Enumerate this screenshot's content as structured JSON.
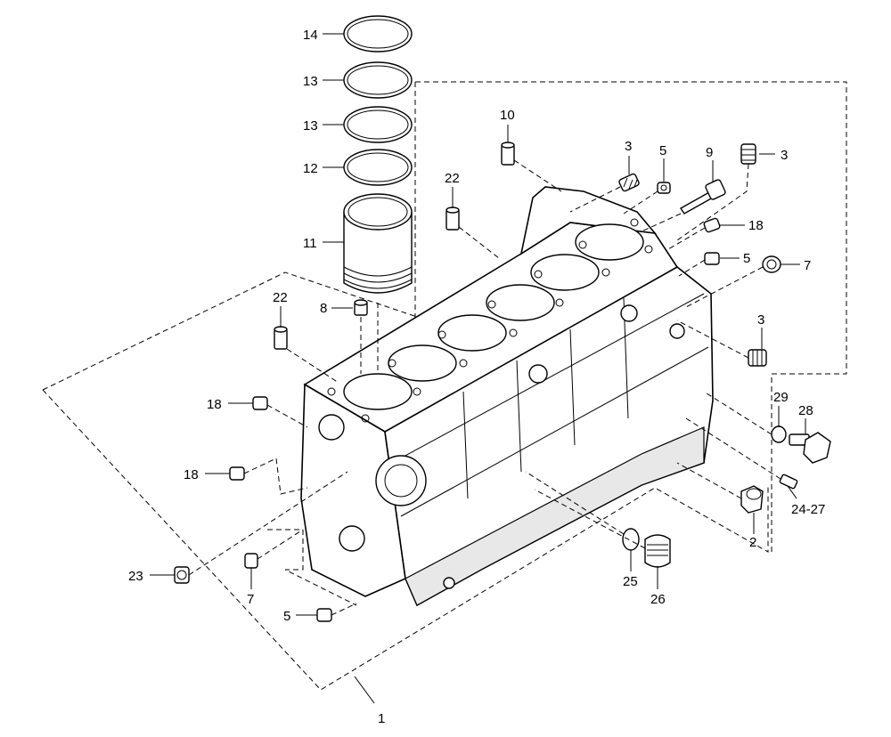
{
  "diagram": {
    "callouts": {
      "c14": "14",
      "c13a": "13",
      "c13b": "13",
      "c12": "12",
      "c11": "11",
      "c10": "10",
      "c22a": "22",
      "c22b": "22",
      "c8": "8",
      "c3a": "3",
      "c5a": "5",
      "c9": "9",
      "c3b": "3",
      "c18a": "18",
      "c5b": "5",
      "c7a": "7",
      "c3c": "3",
      "c29": "29",
      "c28": "28",
      "c18b": "18",
      "c18c": "18",
      "c2427": "24-27",
      "c2": "2",
      "c23": "23",
      "c7b": "7",
      "c25": "25",
      "c26": "26",
      "c5c": "5",
      "c1": "1"
    }
  }
}
